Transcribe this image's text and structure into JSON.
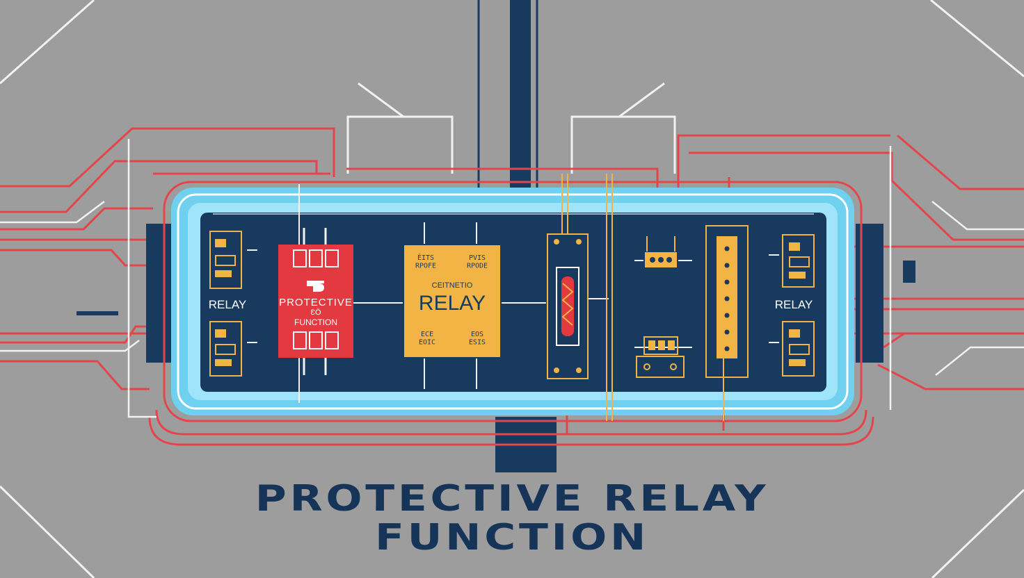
{
  "title": {
    "line1": "PROTECTIVE RELAY",
    "line2": "FUNCTION"
  },
  "left_terminal_label": "RELAY",
  "right_terminal_label": "RELAY",
  "red_module": {
    "line1": "PROTECTIVE",
    "line2": "ƐÖ",
    "line3": "FUNCTION"
  },
  "yellow_module": {
    "top_left": "ÉITS\nRPOFE",
    "top_right": "PVIS\nRPODE",
    "sub": "CEITNETIO",
    "main": "RELAY",
    "bottom_left": "ECE\nEOIC",
    "bottom_right": "EOS\nESIS"
  },
  "icons": [
    "shield-icon",
    "relay-coil-icon",
    "fuse-icon",
    "terminal-block-icon"
  ],
  "colors": {
    "background": "#9d9d9d",
    "panel": "#173a5e",
    "glow": "#6fd0f0",
    "wire_red": "#e4454a",
    "wire_white": "#f2f2f2",
    "module_red": "#e23a40",
    "module_yellow": "#f2b444",
    "title": "#163457"
  }
}
